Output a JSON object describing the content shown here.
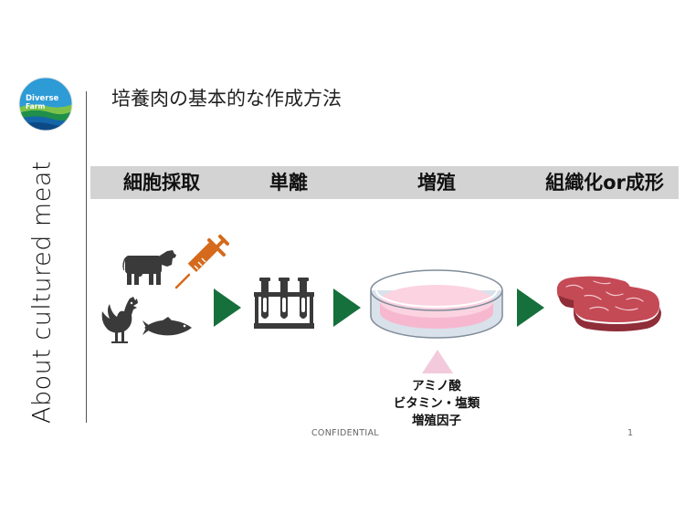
{
  "logo": {
    "line1": "Diverse",
    "line2": "Farm"
  },
  "sidebar_title": "About cultured meat",
  "title": "培養肉の基本的な作成方法",
  "steps": [
    "細胞採取",
    "単離",
    "増殖",
    "組織化or成形"
  ],
  "medium_labels": [
    "アミノ酸",
    "ビタミン・塩類",
    "増殖因子"
  ],
  "footer": {
    "confidential": "CONFIDENTIAL",
    "page": "1"
  },
  "colors": {
    "arrow": "#16703c",
    "syringe": "#d56a1c",
    "icon_gray": "#3a3a3a",
    "band": "#d3d3d3",
    "dish_pink": "#f7b8cf",
    "meat": "#c44a56"
  },
  "icons": [
    "cow-icon",
    "syringe-icon",
    "chicken-icon",
    "fish-icon",
    "test-tubes-icon",
    "petri-dish-icon",
    "meat-icon",
    "up-triangle-icon",
    "right-arrow-icon"
  ]
}
